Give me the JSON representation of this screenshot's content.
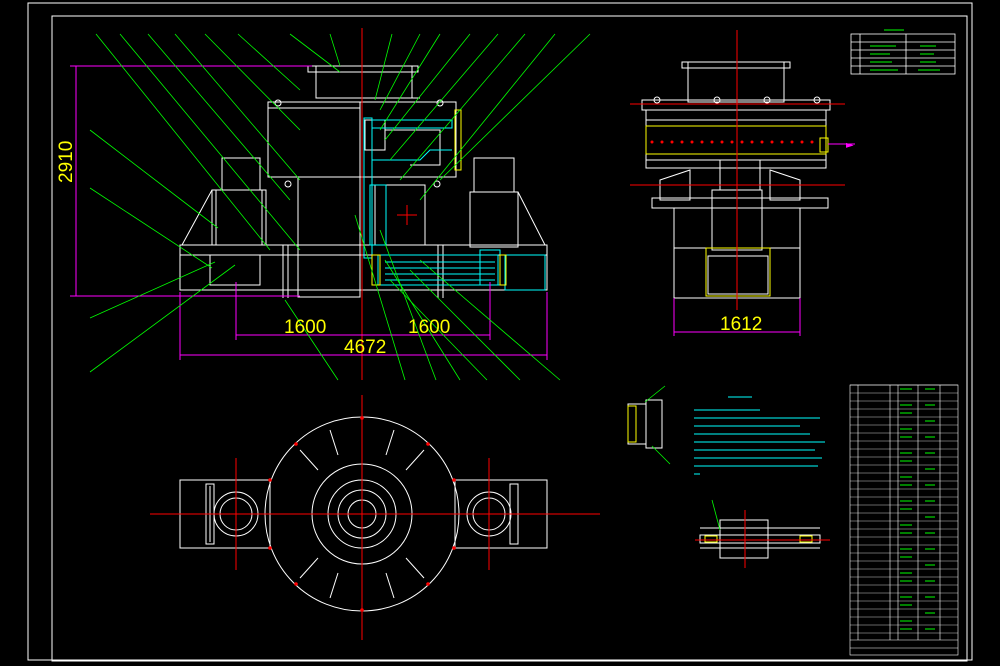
{
  "dimensions": {
    "height": "2910",
    "left_half": "1600",
    "right_half": "1600",
    "overall_width": "4672",
    "side_width": "1612"
  },
  "colors": {
    "background": "#000000",
    "linework": "#ffffff",
    "leaders": "#00ff00",
    "dimension_lines": "#ff00ff",
    "center_lines": "#ff0000",
    "dimension_text": "#ffff00",
    "section_detail": "#00ffff",
    "hatch_detail": "#ffff00"
  },
  "icons": {
    "section_arrow": "arrow-right-icon"
  }
}
